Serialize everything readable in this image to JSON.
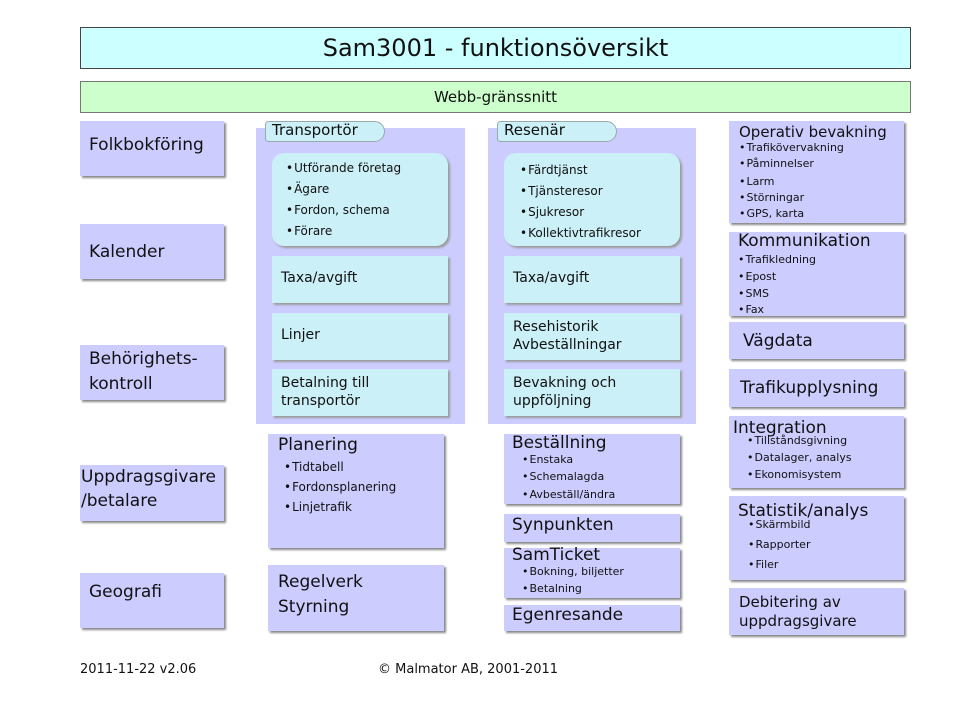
{
  "title": "Sam3001   -   funktionsöversikt",
  "web": "Webb-gränssnitt",
  "left": {
    "folkbokforing": "Folkbokföring",
    "kalender": "Kalender",
    "behorighet_1": "Behörighets-",
    "behorighet_2": "kontroll",
    "uppdrag_1": "Uppdragsgivare",
    "uppdrag_2": "/betalare",
    "geografi": "Geografi"
  },
  "transportor": {
    "tab": "Transportör",
    "items": [
      "Utförande företag",
      "Ägare",
      "Fordon, schema",
      "Förare"
    ],
    "taxa": "Taxa/avgift",
    "linjer": "Linjer",
    "betalning_1": "Betalning till",
    "betalning_2": "transportör"
  },
  "resenar": {
    "tab": "Resenär",
    "items": [
      "Färdtjänst",
      "Tjänsteresor",
      "Sjukresor",
      "Kollektivtrafikresor"
    ],
    "taxa": "Taxa/avgift",
    "resehistorik_1": "Resehistorik",
    "resehistorik_2": "Avbeställningar",
    "bevakning_1": "Bevakning och",
    "bevakning_2": "uppföljning"
  },
  "planering": {
    "title": "Planering",
    "items": [
      "Tidtabell",
      "Fordonsplanering",
      "Linjetrafik"
    ]
  },
  "regelverk": {
    "line1": "Regelverk",
    "line2": "Styrning"
  },
  "bestallning": {
    "title": "Beställning",
    "items": [
      "Enstaka",
      "Schemalagda",
      "Avbeställ/ändra"
    ]
  },
  "synpunkten": "Synpunkten",
  "samticket": {
    "title": "SamTicket",
    "items": [
      "Bokning, biljetter",
      "Betalning"
    ]
  },
  "egenresande": "Egenresande",
  "right": {
    "operativ": {
      "title": "Operativ bevakning",
      "items": [
        "Trafikövervakning",
        "Påminnelser",
        "Larm",
        "Störningar",
        "GPS, karta"
      ]
    },
    "kommunikation": {
      "title": "Kommunikation",
      "items": [
        "Trafikledning",
        "Epost",
        "SMS",
        "Fax"
      ]
    },
    "vagdata": "Vägdata",
    "trafikupplysning": "Trafikupplysning",
    "integration": {
      "title": "Integration",
      "items": [
        "Tillståndsgivning",
        "Datalager, analys",
        "Ekonomisystem"
      ]
    },
    "statistik": {
      "title": "Statistik/analys",
      "items": [
        "Skärmbild",
        "Rapporter",
        "Filer"
      ]
    },
    "debitering_1": "Debitering av",
    "debitering_2": "uppdragsgivare"
  },
  "footer": {
    "version": "2011-11-22 v2.06",
    "copyright": "© Malmator AB, 2001-2011"
  }
}
